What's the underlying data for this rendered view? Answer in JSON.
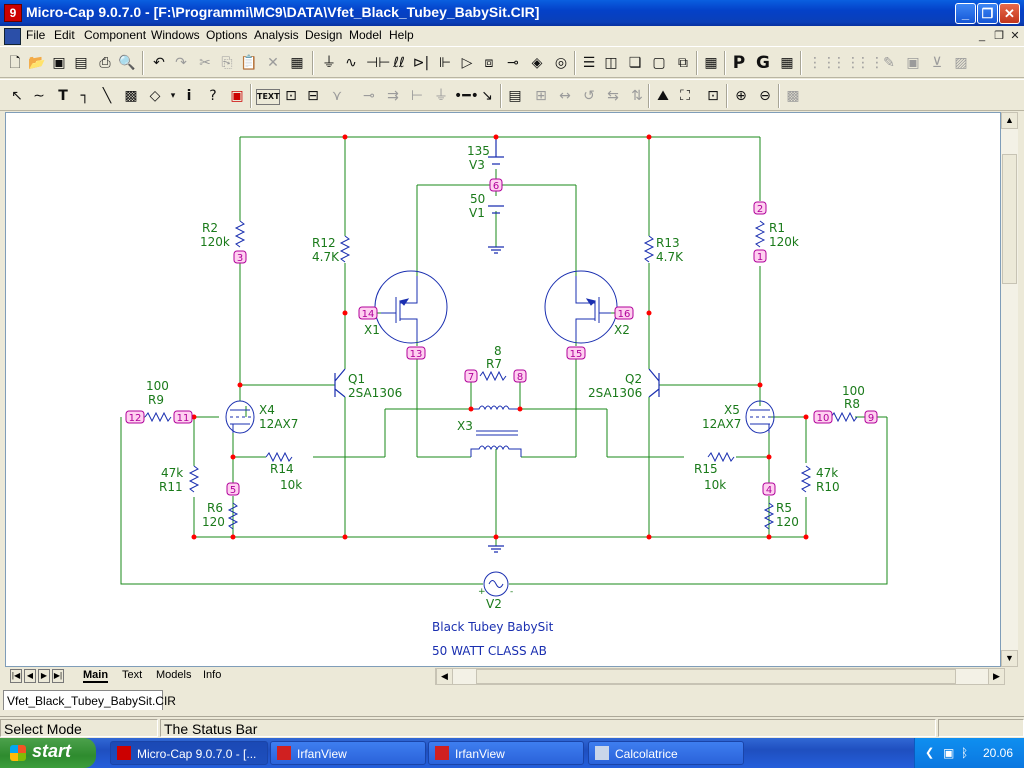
{
  "window": {
    "title": "Micro-Cap 9.0.7.0 - [F:\\Programmi\\MC9\\DATA\\Vfet_Black_Tubey_BabySit.CIR]",
    "app_icon": "microcap-icon",
    "controls": [
      "minimize",
      "maximize",
      "close"
    ]
  },
  "menu": {
    "items": [
      "File",
      "Edit",
      "Component",
      "Windows",
      "Options",
      "Analysis",
      "Design",
      "Model",
      "Help"
    ]
  },
  "toolbar_top": {
    "icons": [
      "new-icon",
      "open-icon",
      "save-icon",
      "save-all-icon",
      "print-icon",
      "print-preview-icon",
      "undo-icon",
      "redo-icon",
      "cut-icon",
      "copy-icon",
      "paste-icon",
      "delete-icon",
      "select-all-icon",
      "ground-icon",
      "resistor-icon",
      "capacitor-icon",
      "inductor-icon",
      "diode-icon",
      "battery-icon",
      "opamp-icon",
      "transformer-icon",
      "relay-icon",
      "junction-icon",
      "source-icon",
      "tile-horizontal-icon",
      "tile-vertical-icon",
      "cascade-icon",
      "window-icon",
      "overlap-icon",
      "calculator-icon",
      "p-icon",
      "g-icon",
      "grid-icon"
    ]
  },
  "toolbar_second": {
    "icons": [
      "select-mode-icon",
      "wire-icon",
      "text-icon",
      "wire-90-icon",
      "line-icon",
      "component-icon",
      "graphics-icon",
      "info-icon",
      "help-icon",
      "point-icon",
      "text-tool-icon",
      "node-numbers-icon",
      "pin-icon",
      "attribute-icon",
      "flag-icon",
      "step-icon",
      "rotate-icon",
      "mirror-icon",
      "flip-icon",
      "bus-icon",
      "probe-icon",
      "refresh-icon",
      "find-icon",
      "zoom-fit-icon",
      "zoom-in-icon",
      "zoom-out-icon",
      "camera-icon"
    ],
    "text_button": "TEXT"
  },
  "schematic": {
    "colors": {
      "wire": "#1a8a1a",
      "component": "#1a2fb0",
      "label": "#1a7a1a",
      "node_fill": "#ffd0f0",
      "node_text": "#b0009a",
      "junction": "#ff0000"
    },
    "labels": {
      "r2_name": "R2",
      "r2_val": "120k",
      "r12_name": "R12",
      "r12_val": "4.7K",
      "v3_val": "135",
      "v3_name": "V3",
      "v1_val": "50",
      "v1_name": "V1",
      "r13_name": "R13",
      "r13_val": "4.7K",
      "r1_name": "R1",
      "r1_val": "120k",
      "x1": "X1",
      "x2": "X2",
      "q1_name": "Q1",
      "q1_val": "2SA1306",
      "q2_name": "Q2",
      "q2_val": "2SA1306",
      "r7_val": "8",
      "r7_name": "R7",
      "x3": "X3",
      "r9_val": "100",
      "r9_name": "R9",
      "x4_name": "X4",
      "x4_val": "12AX7",
      "x5_name": "X5",
      "x5_val": "12AX7",
      "r8_val": "100",
      "r8_name": "R8",
      "r11_val": "47k",
      "r11_name": "R11",
      "r10_val": "47k",
      "r10_name": "R10",
      "r14_name": "R14",
      "r14_val": "10k",
      "r15_name": "R15",
      "r15_val": "10k",
      "r6_name": "R6",
      "r6_val": "120",
      "r5_name": "R5",
      "r5_val": "120",
      "v2_name": "V2",
      "title1": "Black Tubey BabySit",
      "title2": "50 WATT CLASS AB"
    },
    "nodes": [
      "1",
      "2",
      "3",
      "4",
      "5",
      "6",
      "7",
      "8",
      "9",
      "10",
      "11",
      "12",
      "13",
      "14",
      "15",
      "16"
    ]
  },
  "sheet_tabs": [
    "Main",
    "Text",
    "Models",
    "Info"
  ],
  "active_sheet_tab": "Main",
  "doc_tab": "Vfet_Black_Tubey_BabySit.CIR",
  "status": {
    "mode": "Select Mode",
    "message": "The Status Bar"
  },
  "taskbar": {
    "start": "start",
    "tasks": [
      "Micro-Cap 9.0.7.0 - [...",
      "IrfanView",
      "IrfanView",
      "Calcolatrice"
    ],
    "clock": "20.06"
  }
}
